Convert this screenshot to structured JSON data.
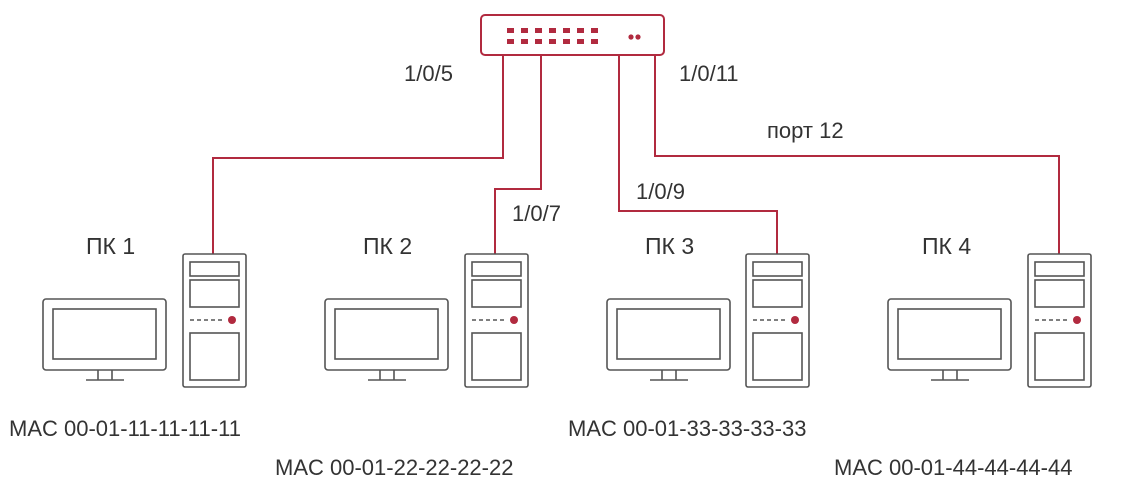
{
  "colors": {
    "wire": "#b12a3f",
    "outline": "#555555",
    "text": "#333333"
  },
  "switch": {
    "icon": "network-switch-icon"
  },
  "ports": {
    "p1": "1/0/5",
    "p2": "1/0/7",
    "p3": "1/0/9",
    "p4": "1/0/11",
    "p5": "порт 12"
  },
  "pcs": [
    {
      "name": "ПК 1",
      "mac": "MAC 00-01-11-11-11-11"
    },
    {
      "name": "ПК 2",
      "mac": "MAC 00-01-22-22-22-22"
    },
    {
      "name": "ПК 3",
      "mac": "MAC 00-01-33-33-33-33"
    },
    {
      "name": "ПК 4",
      "mac": "MAC 00-01-44-44-44-44"
    }
  ]
}
